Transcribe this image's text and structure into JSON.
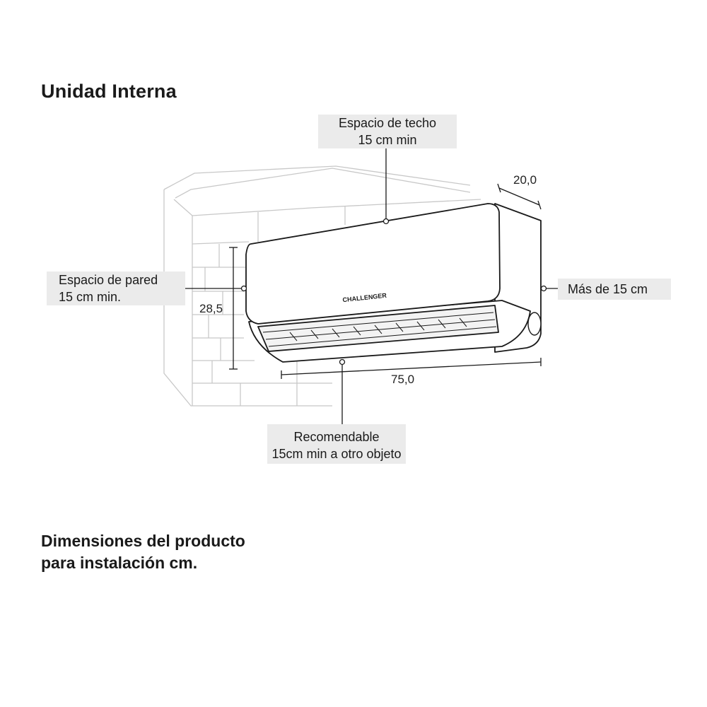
{
  "title": "Unidad Interna",
  "callouts": {
    "ceiling": {
      "line1": "Espacio de techo",
      "line2": "15 cm min"
    },
    "wall": {
      "line1": "Espacio de pared",
      "line2": "15 cm min."
    },
    "side": {
      "line1": "Más de 15 cm"
    },
    "front": {
      "line1": "Recomendable",
      "line2": "15cm min a otro objeto"
    }
  },
  "dimensions": {
    "depth": "20,0",
    "height": "28,5",
    "width": "75,0"
  },
  "unit": {
    "brand": "CHALLENGER"
  },
  "footer": {
    "line1": "Dimensiones del producto",
    "line2": "para instalación cm."
  },
  "colors": {
    "callout_bg": "#ebebeb",
    "outline": "#1a1a1a",
    "wall_lines": "#c8c8c8"
  }
}
